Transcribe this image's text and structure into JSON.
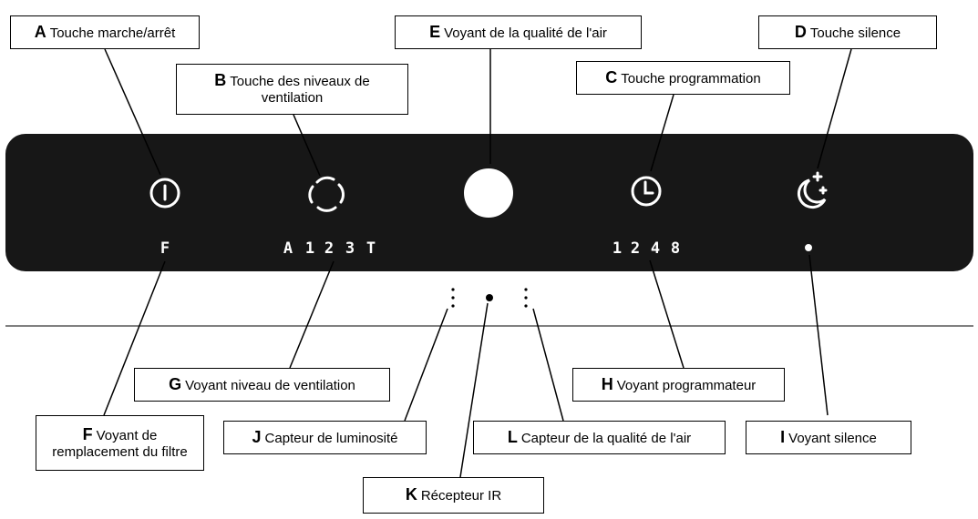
{
  "colors": {
    "panel": "#171717",
    "ink": "#000000",
    "light": "#ffffff"
  },
  "panel": {
    "filter_indicator": "F",
    "fan_levels": [
      "A",
      "1",
      "2",
      "3",
      "T"
    ],
    "timer_levels": [
      "1",
      "2",
      "4",
      "8"
    ],
    "icons": [
      "power-icon",
      "fan-icon",
      "air-quality-light",
      "clock-icon",
      "moon-icon"
    ]
  },
  "callouts": {
    "A": {
      "letter": "A",
      "text": "Touche marche/arrêt"
    },
    "B": {
      "letter": "B",
      "text": "Touche des niveaux de ventilation"
    },
    "C": {
      "letter": "C",
      "text": "Touche programmation"
    },
    "D": {
      "letter": "D",
      "text": "Touche silence"
    },
    "E": {
      "letter": "E",
      "text": "Voyant de la qualité de l'air"
    },
    "F": {
      "letter": "F",
      "text": "Voyant de remplacement du filtre"
    },
    "G": {
      "letter": "G",
      "text": "Voyant niveau de ventilation"
    },
    "H": {
      "letter": "H",
      "text": "Voyant programmateur"
    },
    "I": {
      "letter": "I",
      "text": "Voyant silence"
    },
    "J": {
      "letter": "J",
      "text": "Capteur de luminosité"
    },
    "K": {
      "letter": "K",
      "text": "Récepteur IR"
    },
    "L": {
      "letter": "L",
      "text": "Capteur de la qualité de l'air"
    }
  }
}
